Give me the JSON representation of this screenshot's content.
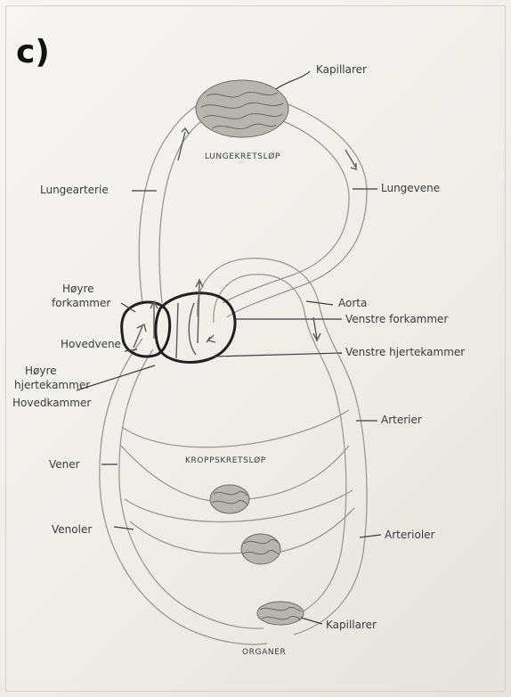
{
  "panel_label": "c)",
  "labels": {
    "kapillarer_top": "Kapillarer",
    "lungekretslop": "LUNGEKRETSLØP",
    "lungearterie": "Lungearterie",
    "lungevene": "Lungevene",
    "hoyre_forkammer": "Høyre\nforkammer",
    "aorta": "Aorta",
    "venstre_forkammer": "Venstre forkammer",
    "hovedvene": "Hovedvene",
    "venstre_hjertekammer": "Venstre hjertekammer",
    "hoyre_hjertekammer": "Høyre\nhjertekammer",
    "hovedkammer": "Hovedkammer",
    "arterier": "Arterier",
    "kroppskretslop": "KROPPSKRETSLØP",
    "vener": "Vener",
    "venoler": "Venoler",
    "arterioler": "Arterioler",
    "kapillarer_bottom": "Kapillarer",
    "organer": "ORGANER"
  }
}
